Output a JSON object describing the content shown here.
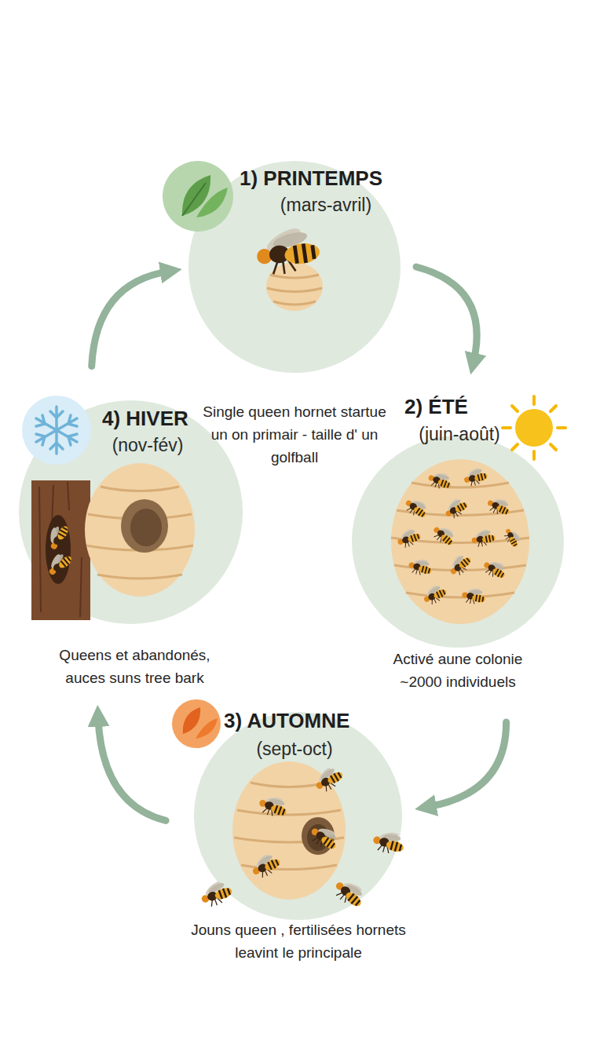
{
  "diagram": {
    "nodes": [
      {
        "text": [
          "1) PRINTEMPS",
          "(mars-avril)",
          "Single queen hornet startue un on primair - taille d' un golfball"
        ]
      },
      {
        "text": [
          "2) ÉTÉ",
          "(juin-août)",
          "Activé aune colonie ~2000 individuels"
        ]
      },
      {
        "text": [
          "3) AUTOMNE",
          "(sept-oct)",
          "Jouns queen , fertilisées hornets leavint le principale"
        ]
      },
      {
        "text": [
          "4) HIVER",
          "(nov-fév)",
          "Queens et abandonés, auces suns tree bark"
        ]
      }
    ],
    "edges": [
      {
        "from": 0,
        "to": 1,
        "arrow": "to"
      },
      {
        "from": 1,
        "to": 2,
        "arrow": "to"
      },
      {
        "from": 2,
        "to": 3,
        "arrow": "to"
      },
      {
        "from": 3,
        "to": 0,
        "arrow": "to"
      }
    ]
  }
}
